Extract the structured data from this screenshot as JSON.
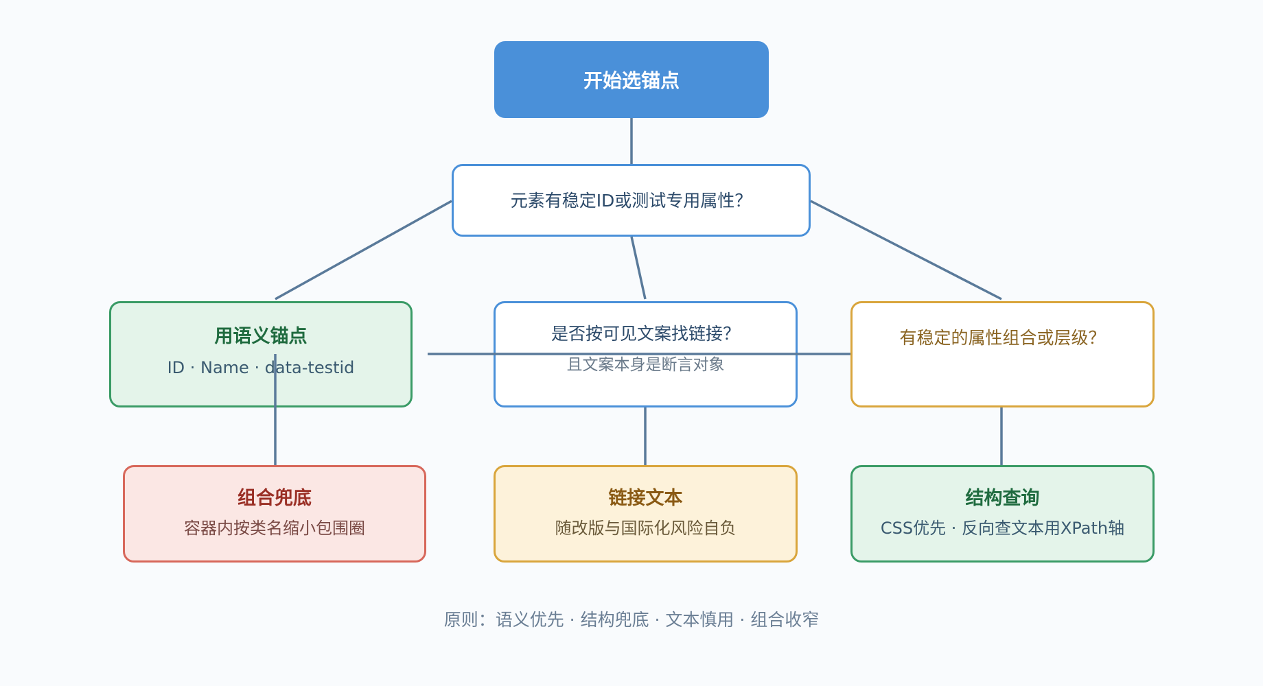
{
  "nodes": {
    "start": {
      "title": "开始选锚点"
    },
    "q1": {
      "text": "元素有稳定ID或测试专用属性？"
    },
    "semantic": {
      "title": "用语义锚点",
      "subtitle": "ID · Name · data-testid"
    },
    "q2": {
      "text": "是否按可见文案找链接？",
      "subtitle": "且文案本身是断言对象"
    },
    "q3": {
      "text": "有稳定的属性组合或层级？"
    },
    "combo": {
      "title": "组合兜底",
      "subtitle": "容器内按类名缩小包围圈"
    },
    "linktext": {
      "title": "链接文本",
      "subtitle": "随改版与国际化风险自负"
    },
    "struct": {
      "title": "结构查询",
      "subtitle": "CSS优先 · 反向查文本用XPath轴"
    }
  },
  "footer": "原则：语义优先 · 结构兜底 · 文本慎用 · 组合收窄",
  "colors": {
    "primary_blue": "#4a90d9",
    "green": "#3a9b66",
    "orange": "#d9a53c",
    "red": "#d7675a",
    "connector": "#5a7a9a"
  }
}
